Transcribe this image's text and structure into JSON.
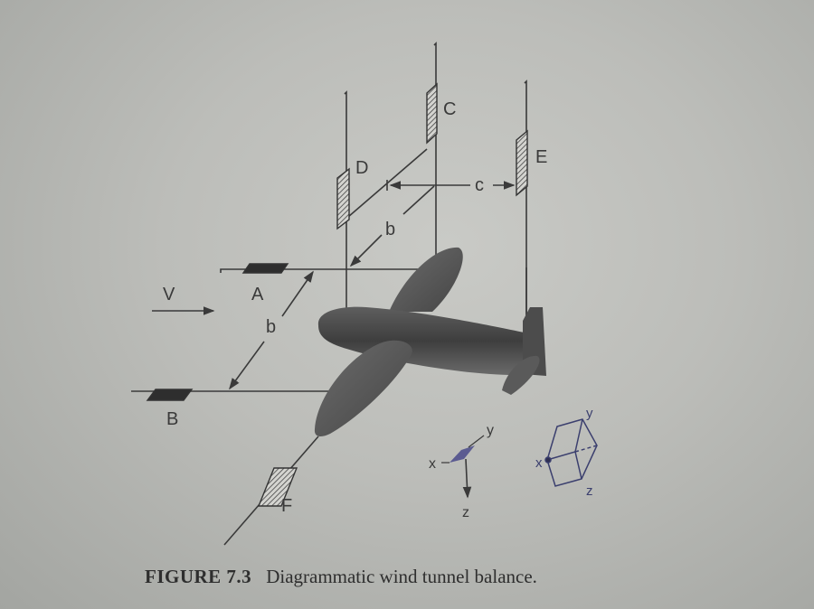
{
  "figure": {
    "number": "FIGURE 7.3",
    "caption": "Diagrammatic wind tunnel balance."
  },
  "diagram": {
    "wires": [
      "A",
      "B",
      "C",
      "D",
      "E",
      "F"
    ],
    "labels": {
      "A": "A",
      "B": "B",
      "C": "C",
      "D": "D",
      "E": "E",
      "F": "F",
      "velocity": "V",
      "span_front": "b",
      "span_top": "b",
      "spacing": "c"
    },
    "axes": {
      "x": "x",
      "y": "y",
      "z": "z"
    },
    "handwritten_axes": {
      "y": "y",
      "x": "x",
      "z": "z"
    }
  },
  "colors": {
    "paper": "#bfc0bc",
    "ink": "#3a3a3a",
    "aircraft": "#4a4a4a",
    "pen": "#3b3f6e"
  }
}
